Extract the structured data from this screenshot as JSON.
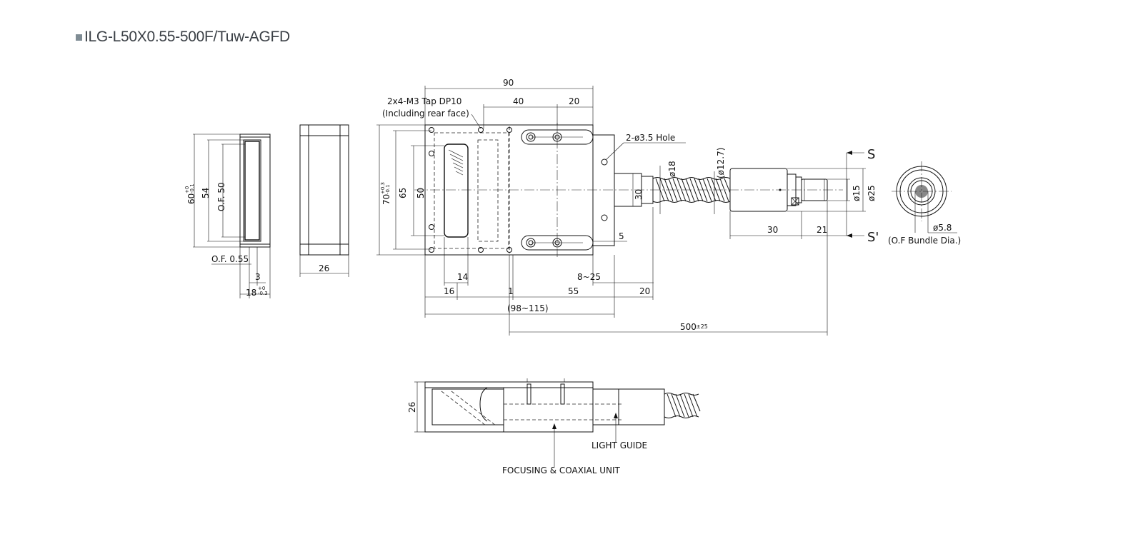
{
  "header": {
    "title": "ILG-L50X0.55-500F/Tuw-AGFD",
    "accent_color": "#7f8c94"
  },
  "dimensions": {
    "d_90": "90",
    "d_40": "40",
    "d_20_top": "20",
    "tap_note_1": "2x4-M3 Tap DP10",
    "tap_note_2": "(Including rear face)",
    "hole_note": "2-ø3.5 Hole",
    "d_18": "ø18",
    "d_12_7": "(ø12.7)",
    "d_30_h": "30",
    "d_15": "ø15",
    "d_25": "ø25",
    "d_30_w": "30",
    "d_21": "21",
    "d_5": "5",
    "d_70_main": "70",
    "d_70_tol_hi": "+0.3",
    "d_70_tol_lo": "-0.1",
    "d_65": "65",
    "d_50_inner": "50",
    "d_60_main": "60",
    "d_60_tol_hi": "+0",
    "d_60_tol_lo": "-0.1",
    "d_54": "54",
    "d_of_50": "O.F. 50",
    "d_of_055": "O.F. 0.55",
    "d_3": "3",
    "d_18_main": "18",
    "d_18_tol_hi": "+0",
    "d_18_tol_lo": "-0.3",
    "d_26_side": "26",
    "d_14": "14",
    "d_8_25": "8~25",
    "d_16": "16",
    "d_1": "1",
    "d_55": "55",
    "d_20_bottom": "20",
    "d_98_115": "(98~115)",
    "d_500_main": "500",
    "d_500_tol": "±25",
    "d_26_bottom": "26",
    "d_58": "ø5.8",
    "bundle_note": "(O.F Bundle Dia.)",
    "section_s": "S",
    "section_s_prime": "S'",
    "label_light_guide": "LIGHT GUIDE",
    "label_focusing": "FOCUSING & COAXIAL UNIT"
  }
}
